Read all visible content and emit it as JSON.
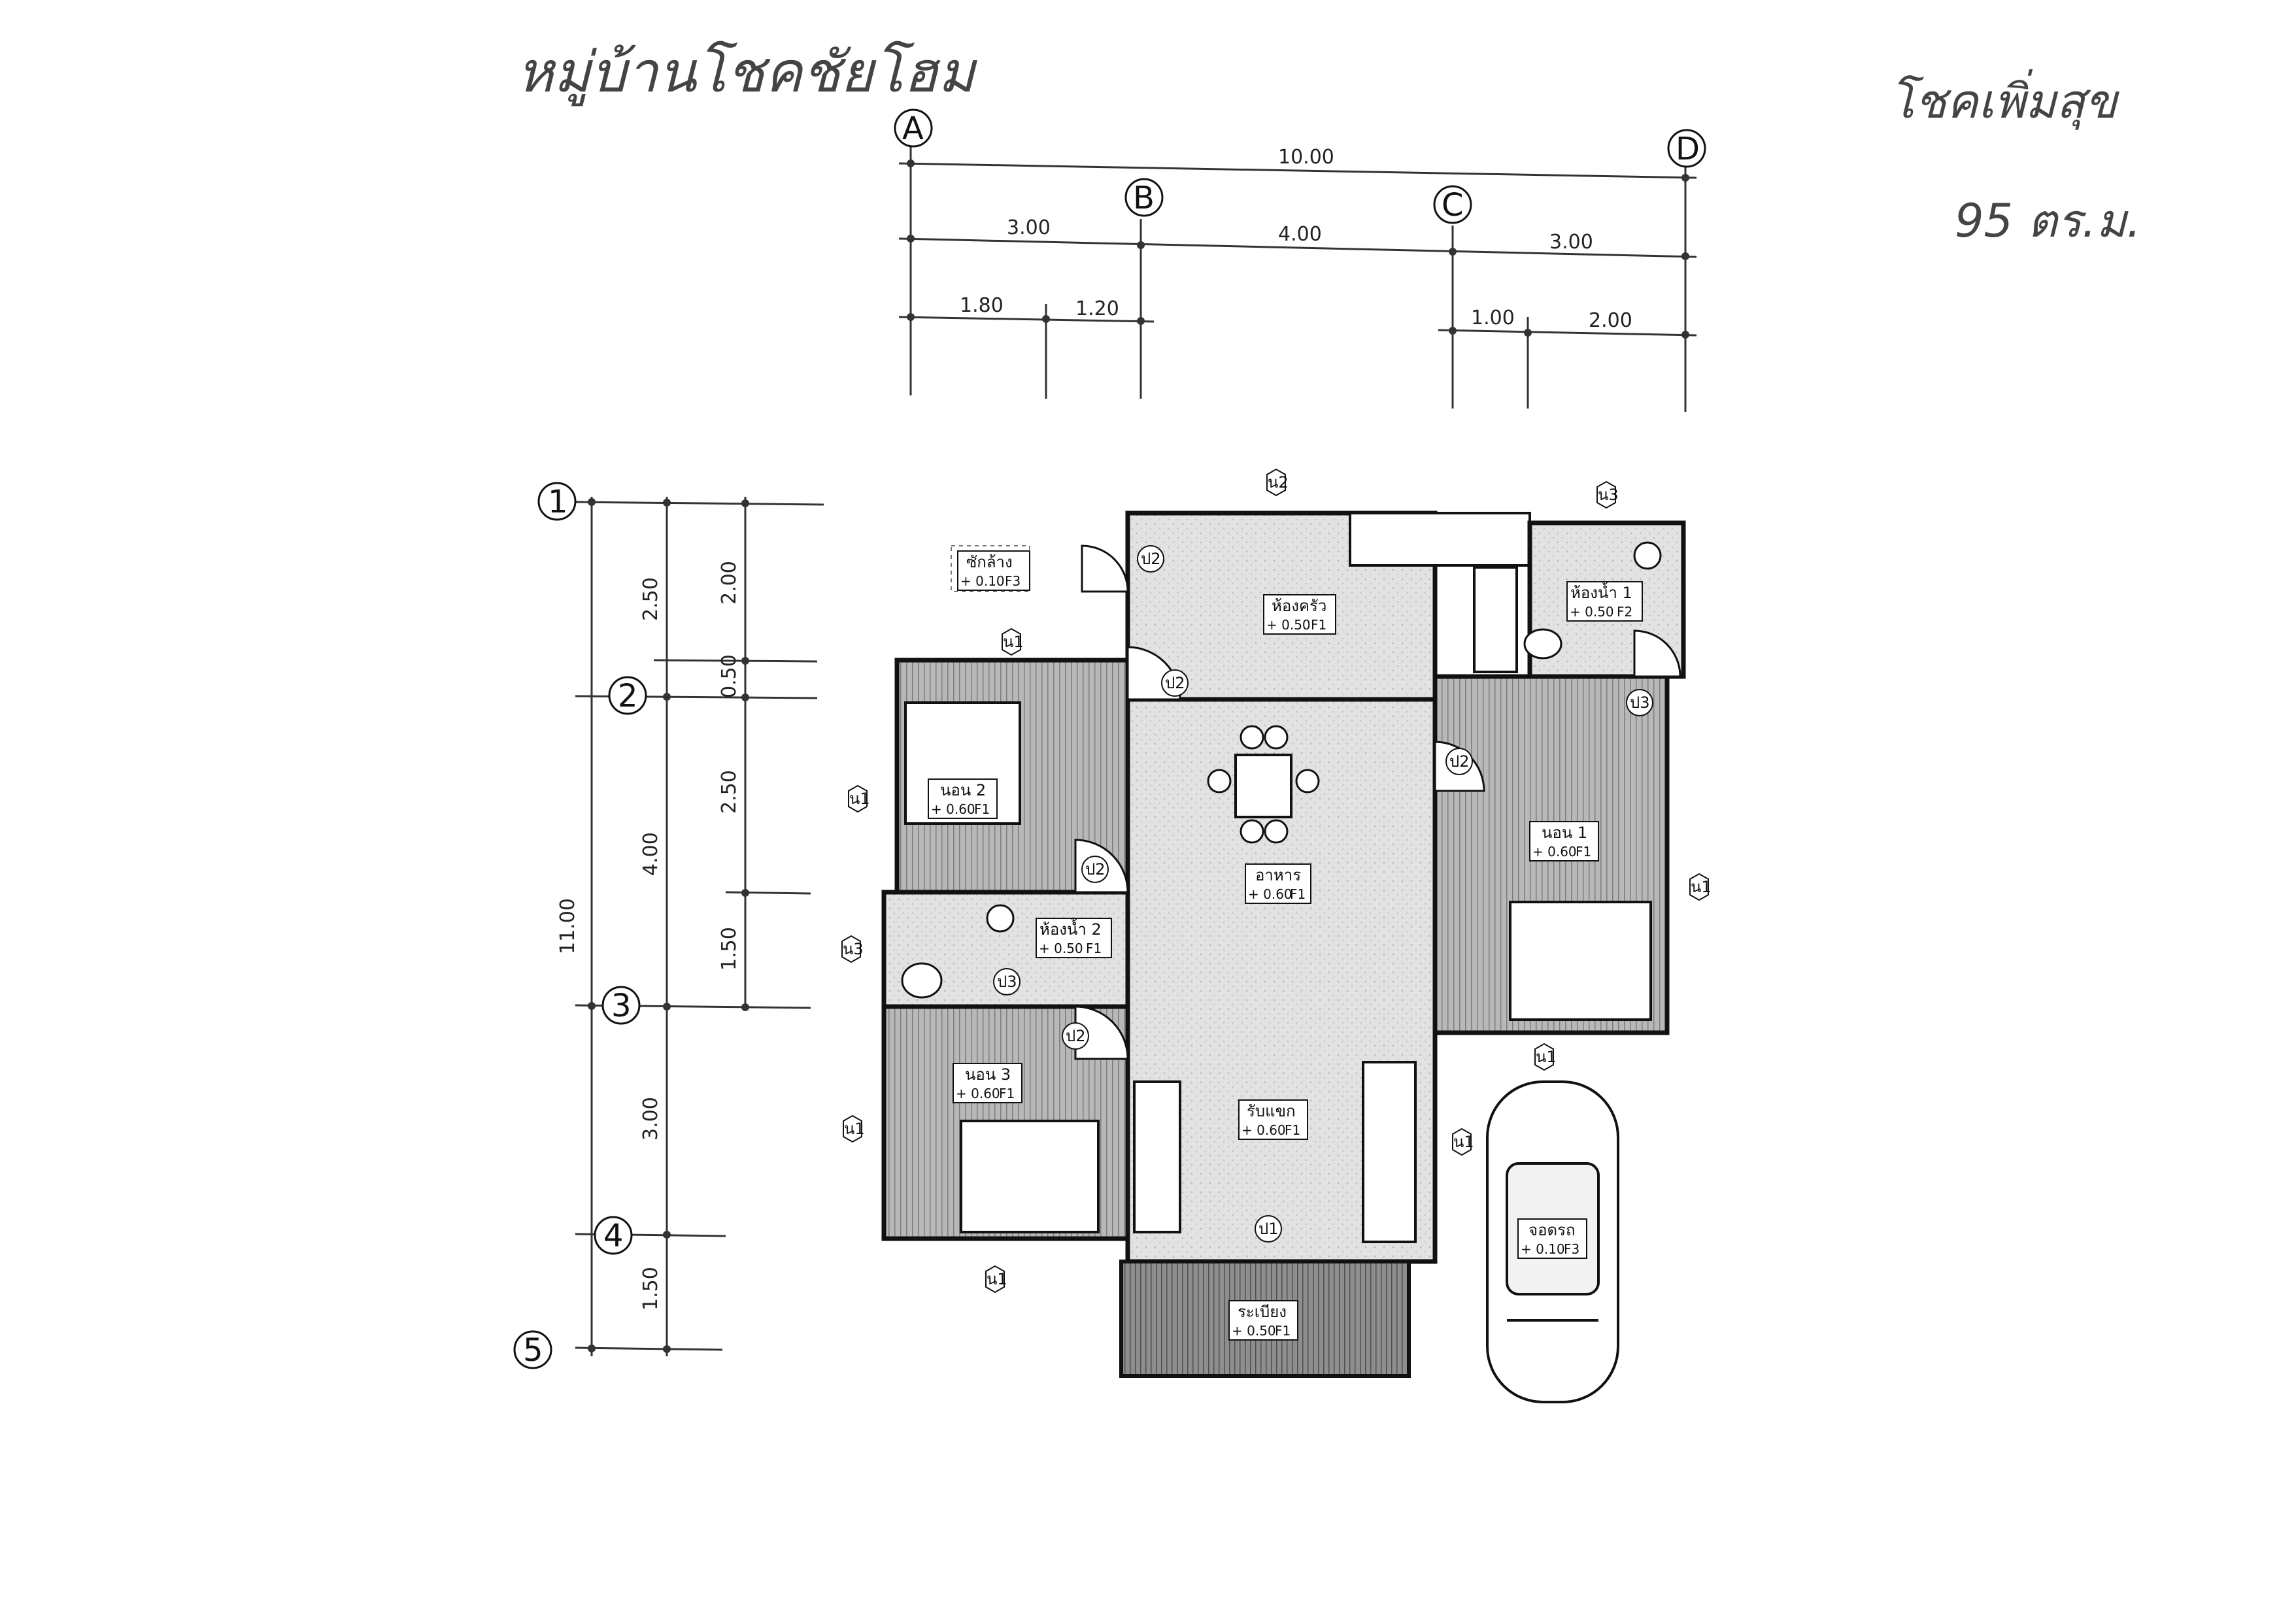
{
  "handwritten": {
    "title_left": "หมู่บ้านโชคชัยโฮม",
    "title_right": "โชคเพิ่มสุข",
    "area": "95 ตร.ม."
  },
  "grid_columns": [
    "A",
    "B",
    "C",
    "D"
  ],
  "grid_rows": [
    "1",
    "2",
    "3",
    "4",
    "5"
  ],
  "dimensions": {
    "overall_width": "10.00",
    "ab": "3.00",
    "bc": "4.00",
    "cd": "3.00",
    "a_sub1": "1.80",
    "a_sub2": "1.20",
    "c_sub1": "1.00",
    "c_sub2": "2.00",
    "overall_depth": "11.00",
    "r12": "2.50",
    "r23": "4.00",
    "r34": "3.00",
    "r45": "1.50",
    "r1_sub": "2.00",
    "r2_sub_a": "0.50",
    "r2_sub_b": "2.50",
    "r2_sub_c": "1.50"
  },
  "rooms": {
    "laundry": {
      "name": "ซักล้าง",
      "level": "+ 0.10",
      "floor": "F3"
    },
    "kitchen": {
      "name": "ห้องครัว",
      "level": "+ 0.50",
      "floor": "F1"
    },
    "bath1": {
      "name": "ห้องน้ำ 1",
      "level": "+ 0.50",
      "floor": "F2"
    },
    "bed2": {
      "name": "นอน 2",
      "level": "+ 0.60",
      "floor": "F1"
    },
    "dining": {
      "name": "อาหาร",
      "level": "+ 0.60",
      "floor": "F1"
    },
    "bed1": {
      "name": "นอน 1",
      "level": "+ 0.60",
      "floor": "F1"
    },
    "bath2": {
      "name": "ห้องน้ำ 2",
      "level": "+ 0.50",
      "floor": "F1"
    },
    "bed3": {
      "name": "นอน 3",
      "level": "+ 0.60",
      "floor": "F1"
    },
    "living": {
      "name": "รับแขก",
      "level": "+ 0.60",
      "floor": "F1"
    },
    "carport": {
      "name": "จอดรถ",
      "level": "+ 0.10",
      "floor": "F3"
    },
    "terrace": {
      "name": "ระเบียง",
      "level": "+ 0.50",
      "floor": "F1"
    }
  },
  "tags": {
    "window1": "น1",
    "window2": "น2",
    "window3": "น3",
    "door1": "ป1",
    "door2": "ป2",
    "door3": "ป3"
  },
  "colors": {
    "room_fill": "#d9d9d9",
    "bedroom_fill": "#a6a6a6",
    "terrace_fill": "#7a7a7a",
    "line": "#222222"
  }
}
